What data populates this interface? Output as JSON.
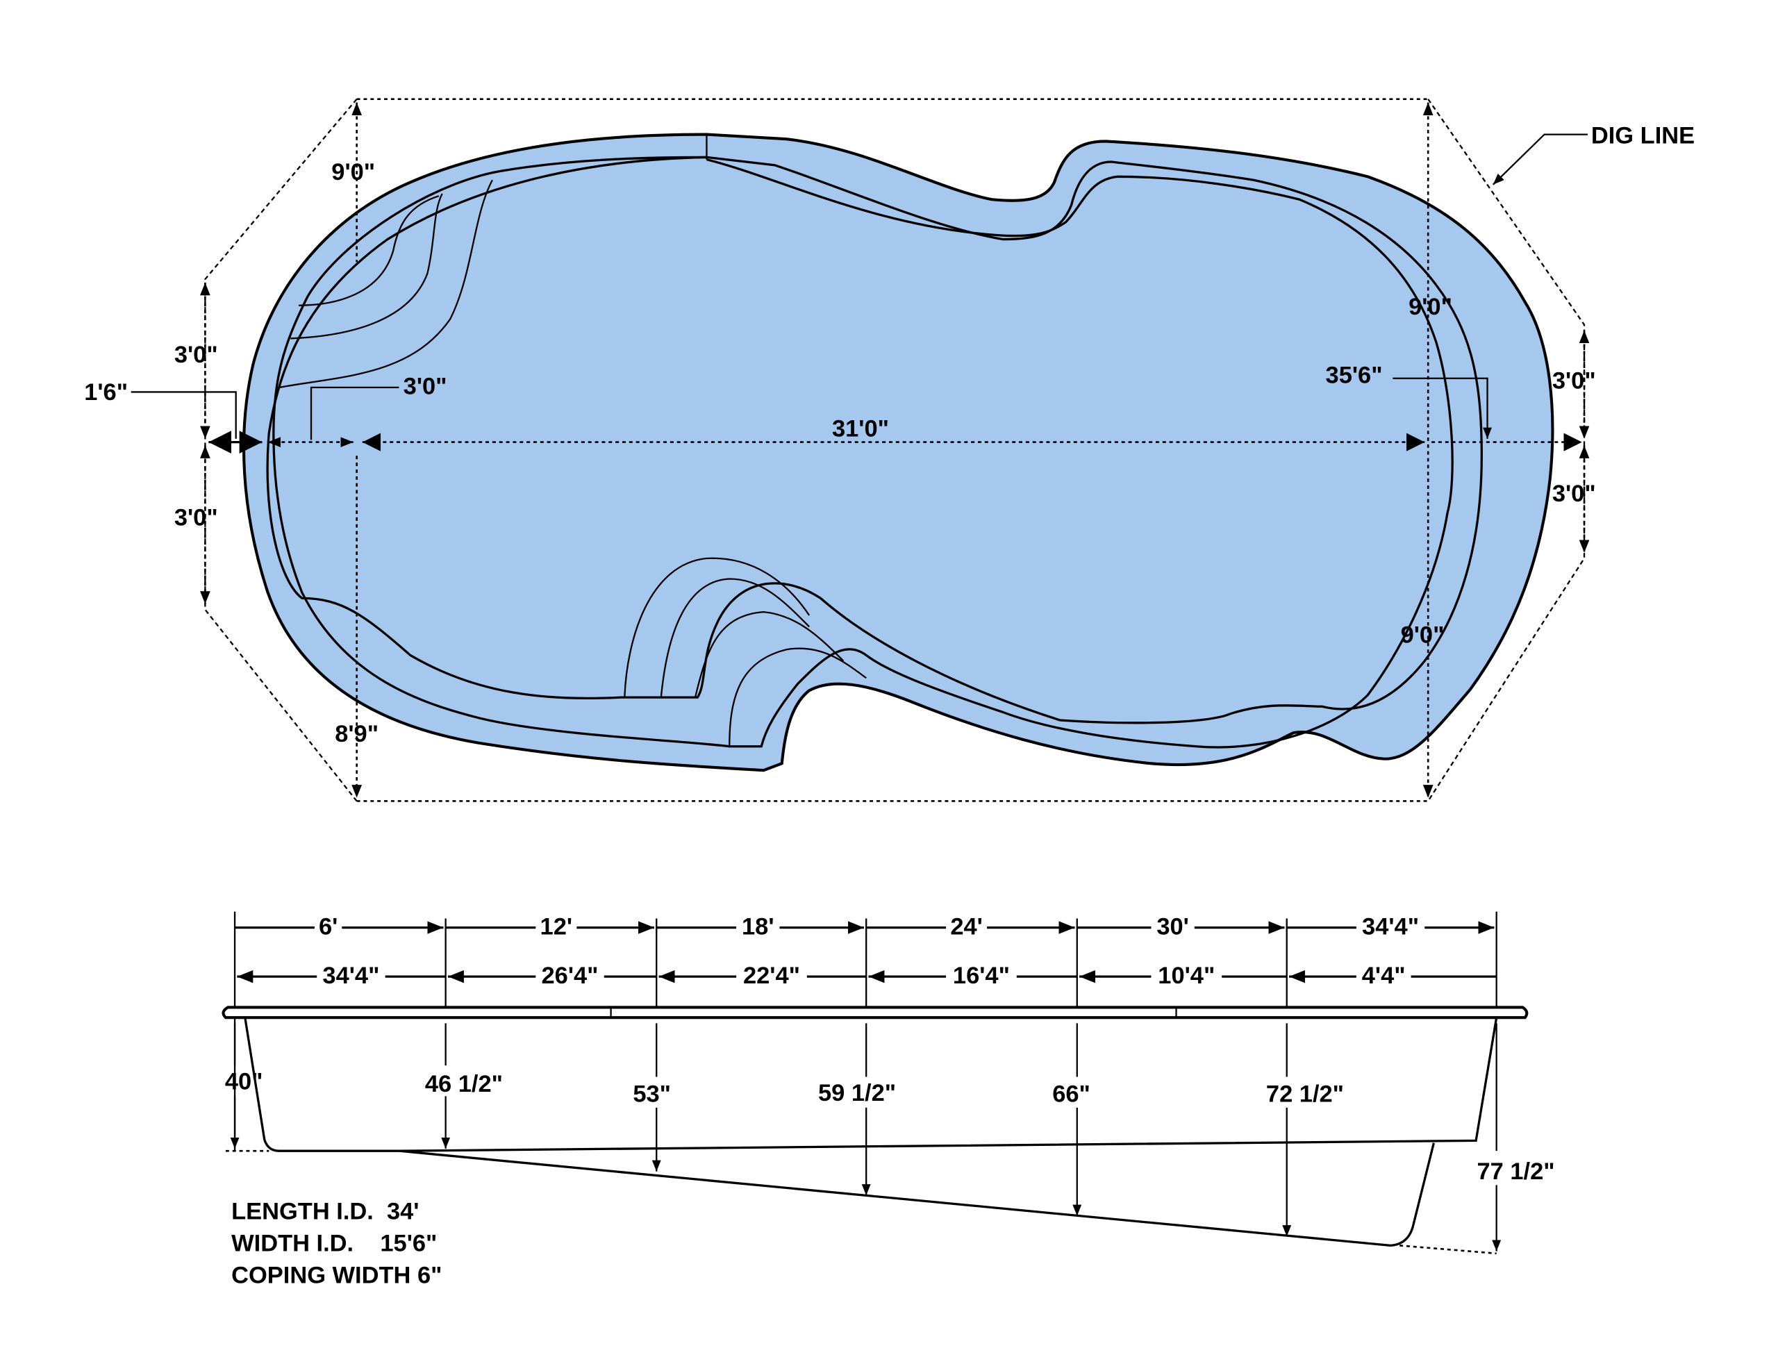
{
  "colors": {
    "pool_fill": "#a7c8ee",
    "line": "#000000",
    "background": "#ffffff"
  },
  "plan_view": {
    "dig_line_label": "DIG LINE",
    "dims": {
      "top_left_9": "9'0\"",
      "left_upper_3": "3'0\"",
      "left_1_6": "1'6\"",
      "inner_3": "3'0\"",
      "center_31": "31'0\"",
      "left_lower_3": "3'0\"",
      "bottom_left_8_9": "8'9\"",
      "right_upper_9": "9'0\"",
      "right_35_6": "35'6\"",
      "right_upper_3": "3'0\"",
      "right_lower_3": "3'0\"",
      "right_lower_9": "9'0\""
    }
  },
  "section_view": {
    "stations_from_shallow": [
      "6'",
      "12'",
      "18'",
      "24'",
      "30'",
      "34'4\""
    ],
    "stations_from_deep": [
      "34'4\"",
      "26'4\"",
      "22'4\"",
      "16'4\"",
      "10'4\"",
      "4'4\""
    ],
    "depths": [
      "40\"",
      "46 1/2\"",
      "53\"",
      "59 1/2\"",
      "66\"",
      "72 1/2\"",
      "77 1/2\""
    ]
  },
  "notes": [
    "LENGTH I.D.  34'",
    "WIDTH I.D.    15'6\"",
    "COPING WIDTH 6\""
  ]
}
